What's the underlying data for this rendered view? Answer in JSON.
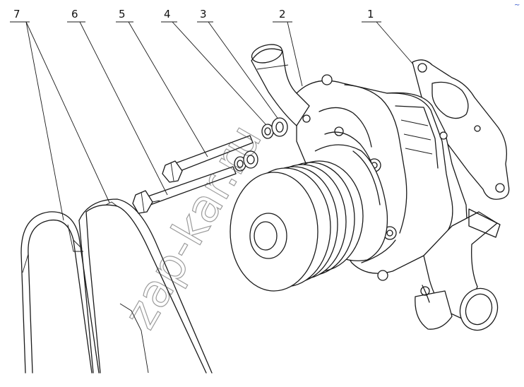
{
  "callouts": [
    {
      "number": "1"
    },
    {
      "number": "2"
    },
    {
      "number": "3"
    },
    {
      "number": "4"
    },
    {
      "number": "5"
    },
    {
      "number": "6"
    },
    {
      "number": "7"
    }
  ],
  "watermark": "zap-kar.ru",
  "corner_mark": "~"
}
